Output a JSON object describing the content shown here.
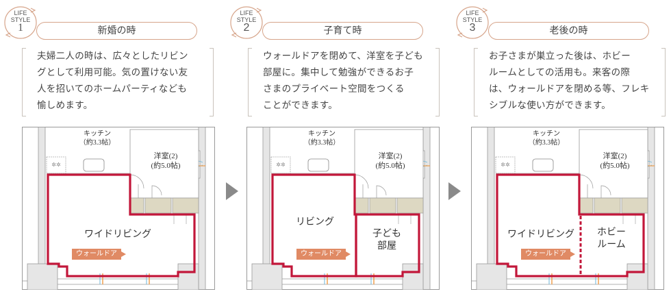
{
  "colors": {
    "accent_outline": "#d6a48a",
    "highlight_red": "#c2173a",
    "tag_orange": "#e08a64",
    "storage_beige": "#ddd8c2",
    "wall_gray": "#e6e6e6",
    "arrow_gray": "#8a8a8a"
  },
  "panels": [
    {
      "badge": {
        "line1": "LIFE",
        "line2": "STYLE",
        "number": "1"
      },
      "title": "新婚の時",
      "description": [
        "夫婦二人の時は、広々としたリビン",
        "グとして利用可能。気の置けない友",
        "人を招いてのホームパーティなども",
        "愉しめます。"
      ],
      "plan": {
        "kitchen": [
          "キッチン",
          "（約3.3帖）"
        ],
        "western_room": [
          "洋室(2)",
          "(約5.0帖)"
        ],
        "main_room": "ワイドリビング",
        "sub_room": null,
        "wall_door_tag": "ウォールドア"
      }
    },
    {
      "badge": {
        "line1": "LIFE",
        "line2": "STYLE",
        "number": "2"
      },
      "title": "子育て時",
      "description": [
        "ウォールドアを閉めて、洋室を子ども",
        "部屋に。集中して勉強ができるお子",
        "さまのプライベート空間をつくる",
        "ことができます。"
      ],
      "plan": {
        "kitchen": [
          "キッチン",
          "（約3.3帖）"
        ],
        "western_room": [
          "洋室(2)",
          "(約5.0帖)"
        ],
        "main_room": "リビング",
        "sub_room": [
          "子ども",
          "部屋"
        ],
        "wall_door_tag": "ウォールドア"
      }
    },
    {
      "badge": {
        "line1": "LIFE",
        "line2": "STYLE",
        "number": "3"
      },
      "title": "老後の時",
      "description": [
        "お子さまが巣立った後は、ホビー",
        "ルームとしての活用も。来客の際",
        "は、ウォールドアを閉める等、フレキ",
        "シブルな使い方ができます。"
      ],
      "plan": {
        "kitchen": [
          "キッチン",
          "（約3.3帖）"
        ],
        "western_room": [
          "洋室(2)",
          "(約5.0帖)"
        ],
        "main_room": "ワイドリビング",
        "sub_room": [
          "ホビー",
          "ルーム"
        ],
        "wall_door_tag": "ウォールドア"
      }
    }
  ],
  "arrows": [
    "next-arrow",
    "next-arrow"
  ]
}
